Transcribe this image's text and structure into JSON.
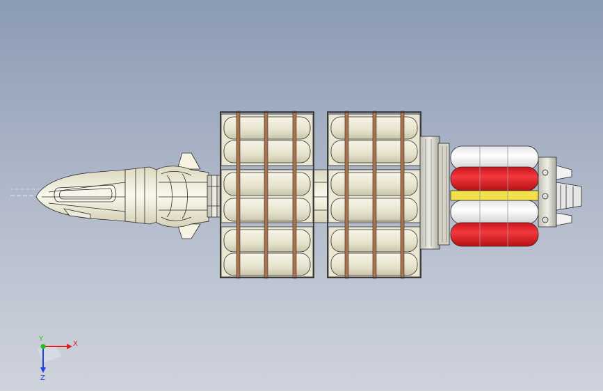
{
  "viewport": {
    "background_top": "#8b9bb4",
    "background_bottom": "#cfd3dc"
  },
  "model": {
    "hull_color": "#f3f0de",
    "outline_color": "#2a2a2a",
    "ring_color": "#8a5a3a",
    "tank_red": "#e8262c",
    "tank_white": "#f8f8f8",
    "accent_yellow": "#f2e14a"
  },
  "triad": {
    "x_label": "X",
    "y_label": "Y",
    "z_label": "Z",
    "x_color": "#e02020",
    "y_color": "#20c020",
    "z_color": "#2040e0"
  }
}
